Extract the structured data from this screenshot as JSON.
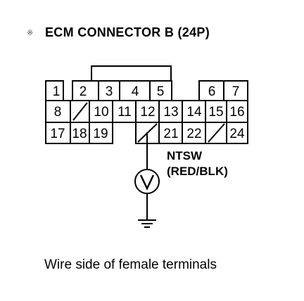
{
  "title": "ECM CONNECTOR B (24P)",
  "caption": "Wire side of female terminals",
  "probe": {
    "signal": "NTSW",
    "wire_color": "(RED/BLK)"
  },
  "connector": {
    "row1": [
      "1",
      "2",
      "3",
      "4",
      "5",
      "",
      "6",
      "7"
    ],
    "row2": [
      "8",
      "",
      "10",
      "11",
      "12",
      "13",
      "14",
      "15",
      "16"
    ],
    "row3": [
      "17",
      "18",
      "19",
      "",
      "",
      "21",
      "22",
      "",
      "24"
    ]
  }
}
